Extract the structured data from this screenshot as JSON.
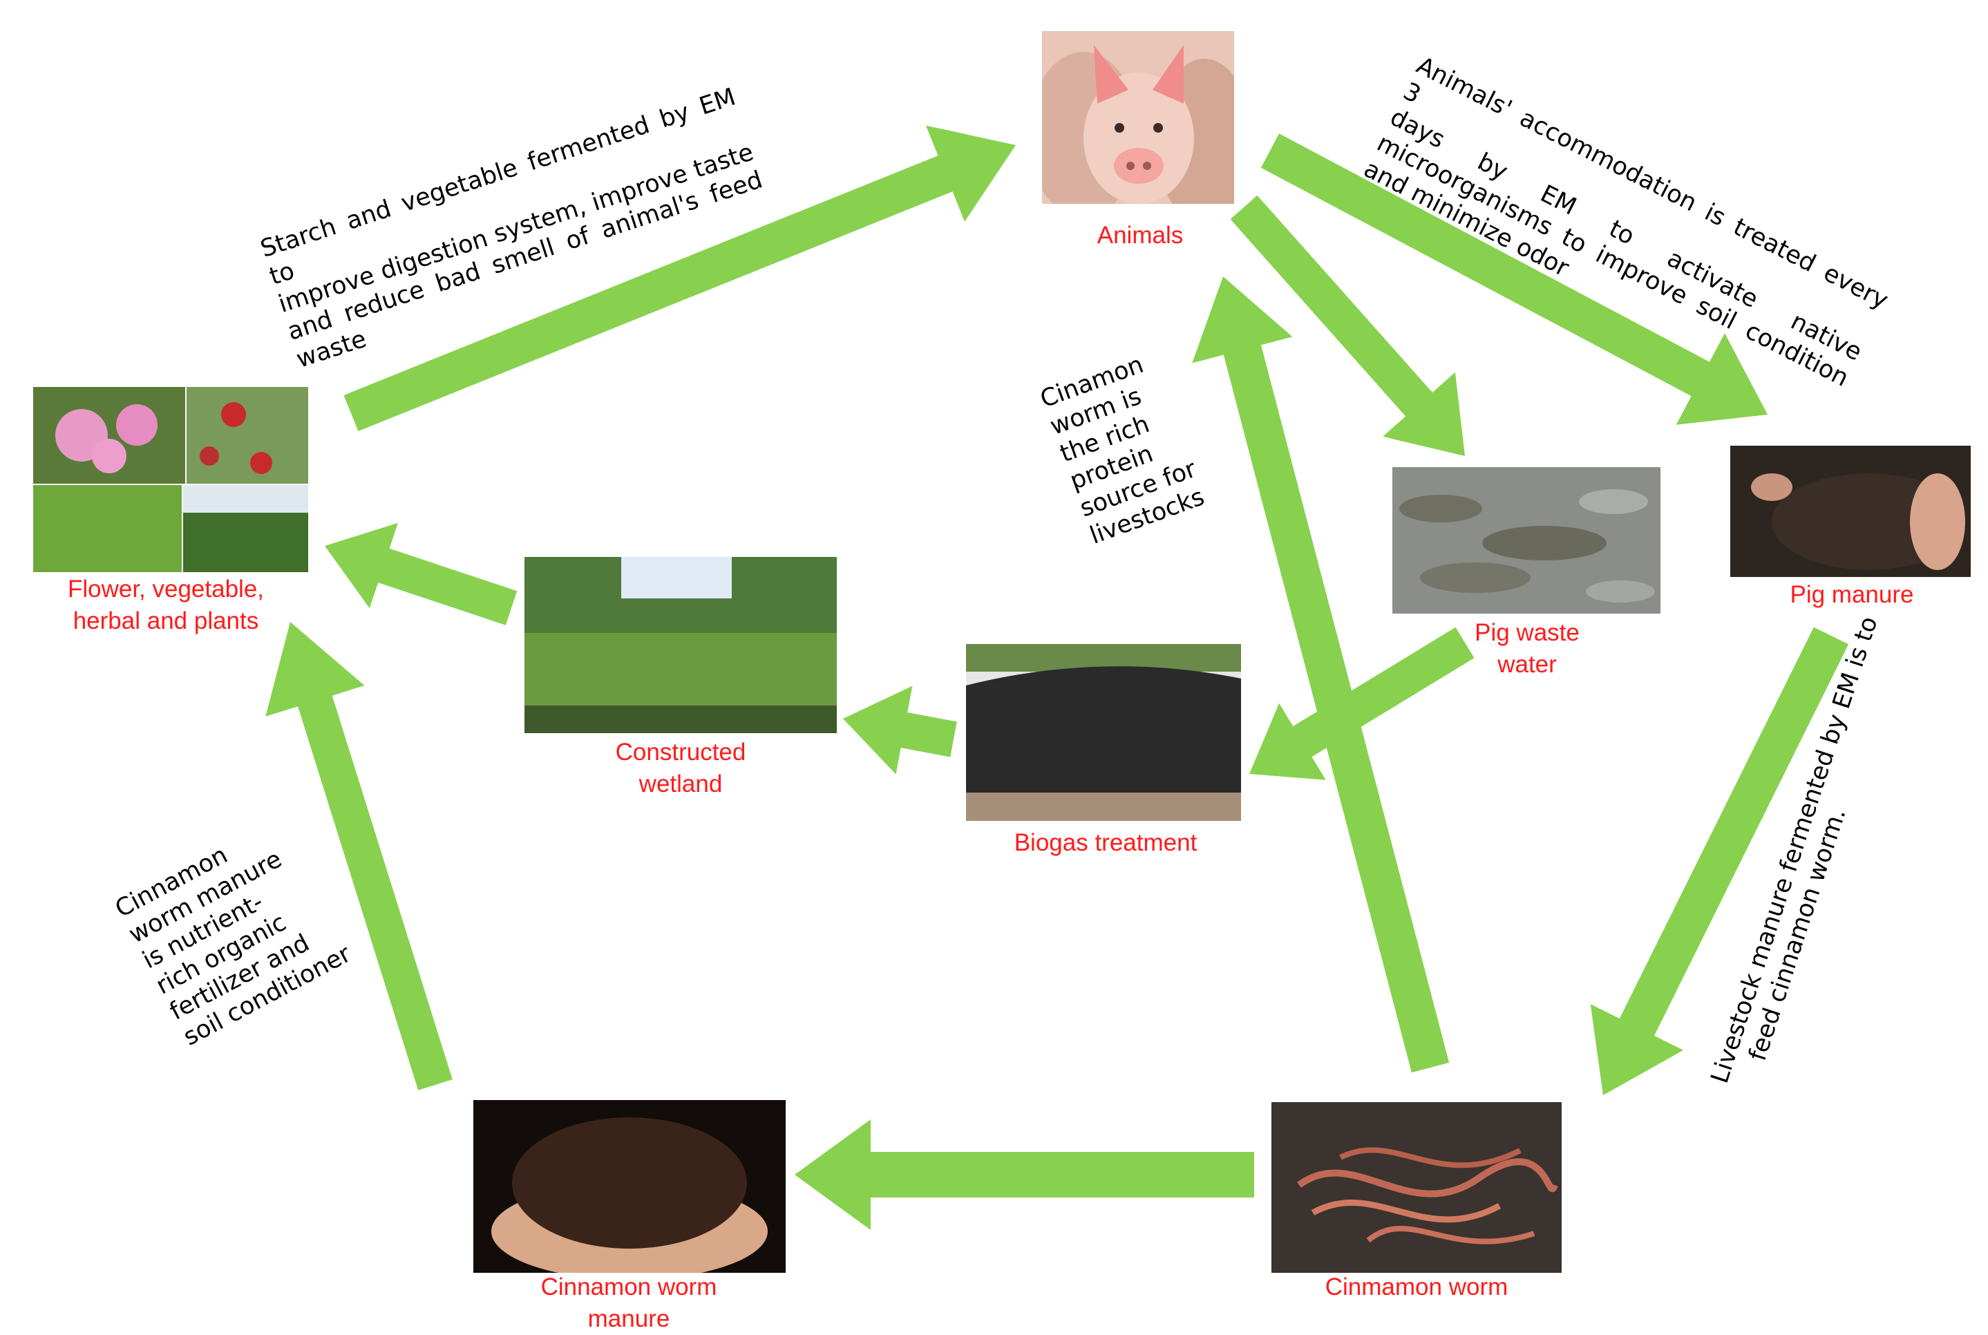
{
  "colors": {
    "arrow": "#88d14e",
    "node_label": "#ff1a1a",
    "note_text": "#000000"
  },
  "nodes": {
    "animals": {
      "label": "Animals",
      "image": "pig photo"
    },
    "plants": {
      "label_line1": "Flower, vegetable,",
      "label_line2": "herbal and plants",
      "image": "flowers and plants photo collage"
    },
    "pig_waste_water": {
      "label_line1": "Pig waste",
      "label_line2": "water",
      "image": "waste water photo"
    },
    "pig_manure": {
      "label": "Pig manure",
      "image": "manure in hand photo"
    },
    "constructed_wetland": {
      "label_line1": "Constructed",
      "label_line2": "wetland",
      "image": "wetland photo"
    },
    "biogas": {
      "label": "Biogas treatment",
      "image": "biogas bag photo"
    },
    "worm_manure": {
      "label_line1": "Cinnamon worm",
      "label_line2": "manure",
      "image": "worm manure in hands photo"
    },
    "worm": {
      "label": "Cinmamon worm",
      "image": "worms in soil photo"
    }
  },
  "notes": {
    "feed": [
      "Starch and vegetable fermented by EM to",
      "improve digestion system, improve taste",
      "and reduce bad smell of animal's feed",
      "waste"
    ],
    "accommodation": [
      "Animals' accommodation is treated every 3",
      "days by EM to activate native",
      "microorganisms to improve soil condition",
      "and minimize odor"
    ],
    "protein": [
      "Cinamon",
      "worm is",
      "the rich",
      "protein",
      "source for",
      "livestocks"
    ],
    "livestock_manure": [
      "Livestock manure fermented by EM is to",
      "feed cinnamon worm."
    ],
    "worm_manure": [
      "Cinnamon",
      "worm manure",
      "is nutrient-",
      "rich organic",
      "fertilizer and",
      "soil conditioner"
    ]
  }
}
